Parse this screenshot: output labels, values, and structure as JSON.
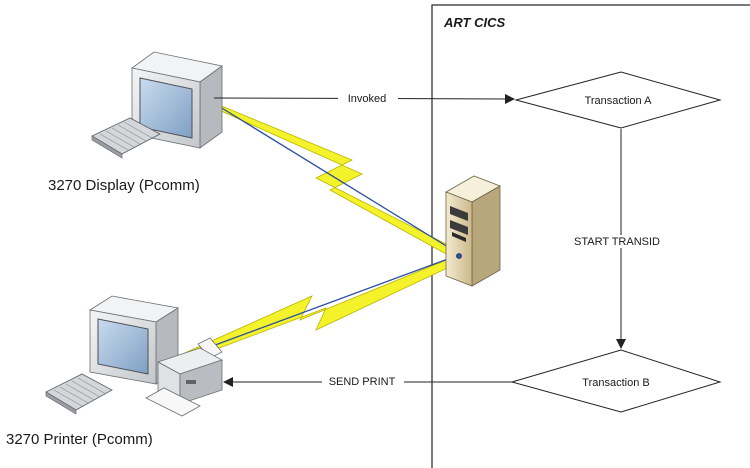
{
  "region": {
    "label": "ART CICS"
  },
  "devices": {
    "display_label": "3270 Display (Pcomm)",
    "printer_label": "3270 Printer (Pcomm)"
  },
  "transactions": {
    "a_label": "Transaction A",
    "b_label": "Transaction B"
  },
  "connectors": {
    "invoked_label": "Invoked",
    "start_transid_label": "START TRANSID",
    "send_print_label": "SEND PRINT"
  },
  "icons": {
    "display": "desktop-computer-icon",
    "printer_workstation": "computer-with-printer-icon",
    "server": "server-tower-icon",
    "link": "lightning-bolt-link"
  },
  "colors": {
    "line": "#222222",
    "bolt_fill": "#f4f22a",
    "link_blue": "#2b4f9e",
    "monitor_body": "#e2e4e6",
    "screen": "#a7c2dd",
    "server_body": "#e6d9b4"
  }
}
